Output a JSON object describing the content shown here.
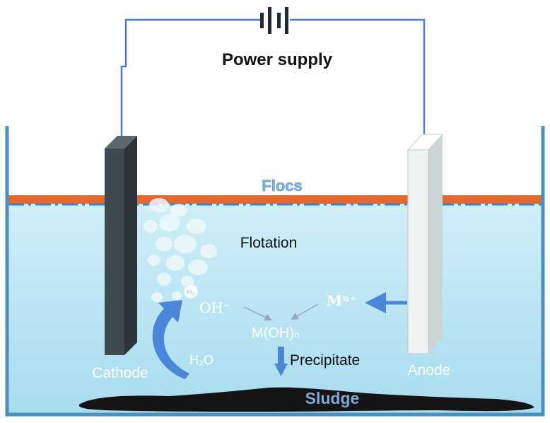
{
  "labels": {
    "power_supply": "Power supply",
    "flocs": "Flocs",
    "flotation": "Flotation",
    "hydrogen": "H₂",
    "hydroxide": "OH⁻",
    "metal_ion": "Mⁿ⁺",
    "metal_hydroxide": "M(OH)ₙ",
    "water": "H₂O",
    "precipitate": "Precipitate",
    "cathode": "Cathode",
    "anode": "Anode",
    "sludge": "Sludge"
  },
  "colors": {
    "wire": "#4a7bd6",
    "water_top": "#cfeef8",
    "water_bottom": "#a8dcef",
    "floc_layer": "#e3692f",
    "surface_dash": "#3f7fd0",
    "cathode": "#3e4a4f",
    "anode": "#f1f3f3",
    "arrow": "#4a86d9",
    "sludge": "#141414",
    "tank_wall": "#4d8fc0",
    "flocs_text": "#7ab3e6"
  },
  "icons": {
    "battery": "battery-icon"
  }
}
